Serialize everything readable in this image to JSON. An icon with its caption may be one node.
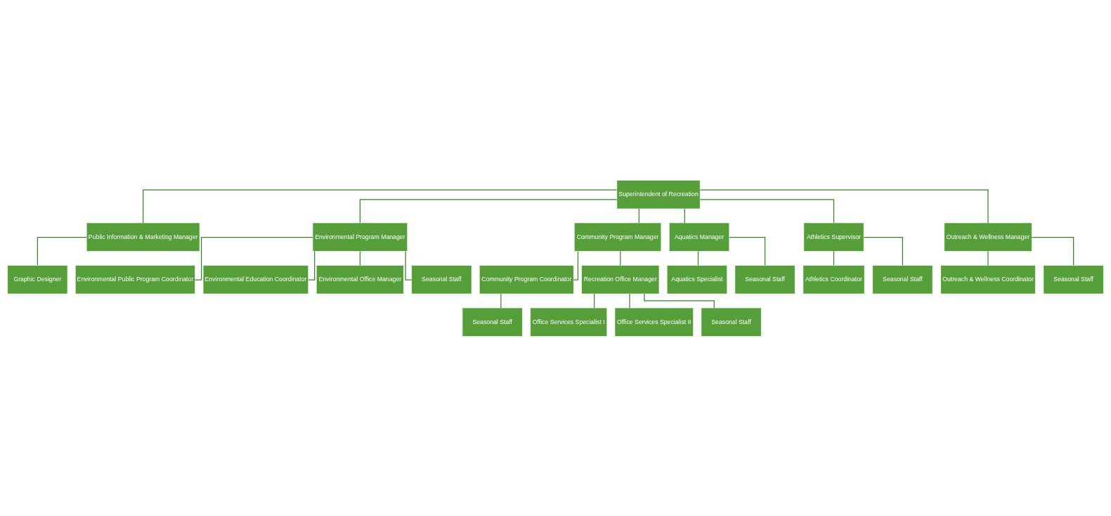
{
  "diagram": {
    "nodes": [
      {
        "text": [
          "Superintendent of Recreation"
        ]
      },
      {
        "text": [
          "Public Information & Marketing Manager"
        ]
      },
      {
        "text": [
          "Environmental Program Manager"
        ]
      },
      {
        "text": [
          "Community Program Manager"
        ]
      },
      {
        "text": [
          "Aquatics Manager"
        ]
      },
      {
        "text": [
          "Athletics Supervisor"
        ]
      },
      {
        "text": [
          "Outreach & Wellness Manager"
        ]
      },
      {
        "text": [
          "Graphic Designer"
        ]
      },
      {
        "text": [
          "Environmental Public Program Coordinator"
        ]
      },
      {
        "text": [
          "Environmental Education Coordinator"
        ]
      },
      {
        "text": [
          "Environmental Office Manager"
        ]
      },
      {
        "text": [
          "Seasonal Staff"
        ]
      },
      {
        "text": [
          "Community Program Coordinator"
        ]
      },
      {
        "text": [
          "Recreation Office Manager"
        ]
      },
      {
        "text": [
          "Seasonal Staff"
        ]
      },
      {
        "text": [
          "Office Services Specialist I"
        ]
      },
      {
        "text": [
          "Office Services Specialist II"
        ]
      },
      {
        "text": [
          "Seasonal Staff"
        ]
      },
      {
        "text": [
          "Aquatics Specialist"
        ]
      },
      {
        "text": [
          "Seasonal Staff"
        ]
      },
      {
        "text": [
          "Athletics Coordinator"
        ]
      },
      {
        "text": [
          "Seasonal Staff"
        ]
      },
      {
        "text": [
          "Outreach & Wellness Coordinator"
        ]
      },
      {
        "text": [
          "Seasonal Staff"
        ]
      }
    ],
    "edges": [
      {
        "from": 0,
        "to": 1,
        "arrow": "none"
      },
      {
        "from": 0,
        "to": 2,
        "arrow": "none"
      },
      {
        "from": 0,
        "to": 3,
        "arrow": "none"
      },
      {
        "from": 0,
        "to": 4,
        "arrow": "none"
      },
      {
        "from": 0,
        "to": 5,
        "arrow": "none"
      },
      {
        "from": 0,
        "to": 6,
        "arrow": "none"
      },
      {
        "from": 1,
        "to": 7,
        "arrow": "none"
      },
      {
        "from": 2,
        "to": 8,
        "arrow": "none"
      },
      {
        "from": 2,
        "to": 9,
        "arrow": "none"
      },
      {
        "from": 2,
        "to": 10,
        "arrow": "none"
      },
      {
        "from": 2,
        "to": 11,
        "arrow": "none"
      },
      {
        "from": 3,
        "to": 12,
        "arrow": "none"
      },
      {
        "from": 3,
        "to": 13,
        "arrow": "none"
      },
      {
        "from": 12,
        "to": 14,
        "arrow": "none"
      },
      {
        "from": 13,
        "to": 15,
        "arrow": "none"
      },
      {
        "from": 13,
        "to": 16,
        "arrow": "none"
      },
      {
        "from": 13,
        "to": 17,
        "arrow": "none"
      },
      {
        "from": 4,
        "to": 18,
        "arrow": "none"
      },
      {
        "from": 4,
        "to": 19,
        "arrow": "none"
      },
      {
        "from": 5,
        "to": 20,
        "arrow": "none"
      },
      {
        "from": 5,
        "to": 21,
        "arrow": "none"
      },
      {
        "from": 6,
        "to": 22,
        "arrow": "none"
      },
      {
        "from": 6,
        "to": 23,
        "arrow": "none"
      }
    ]
  }
}
